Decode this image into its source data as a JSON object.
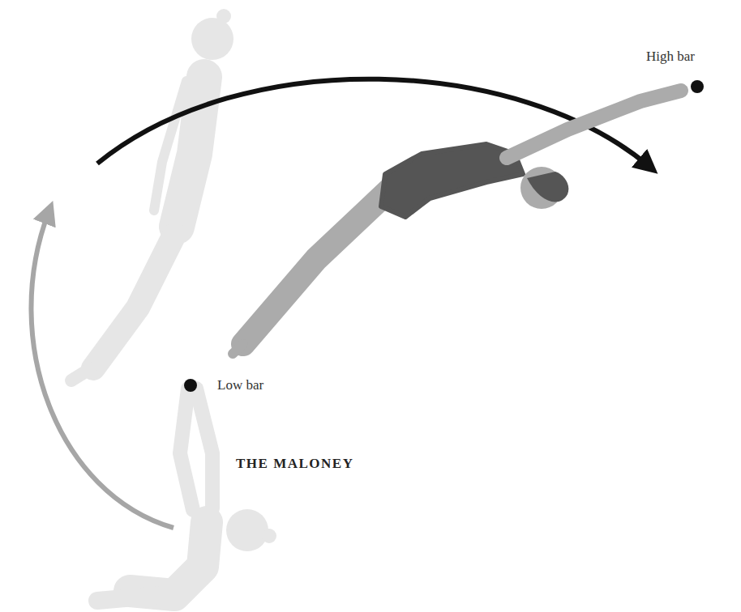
{
  "diagram": {
    "title": "THE MALONEY",
    "labels": [
      "High bar",
      "Low bar"
    ]
  }
}
